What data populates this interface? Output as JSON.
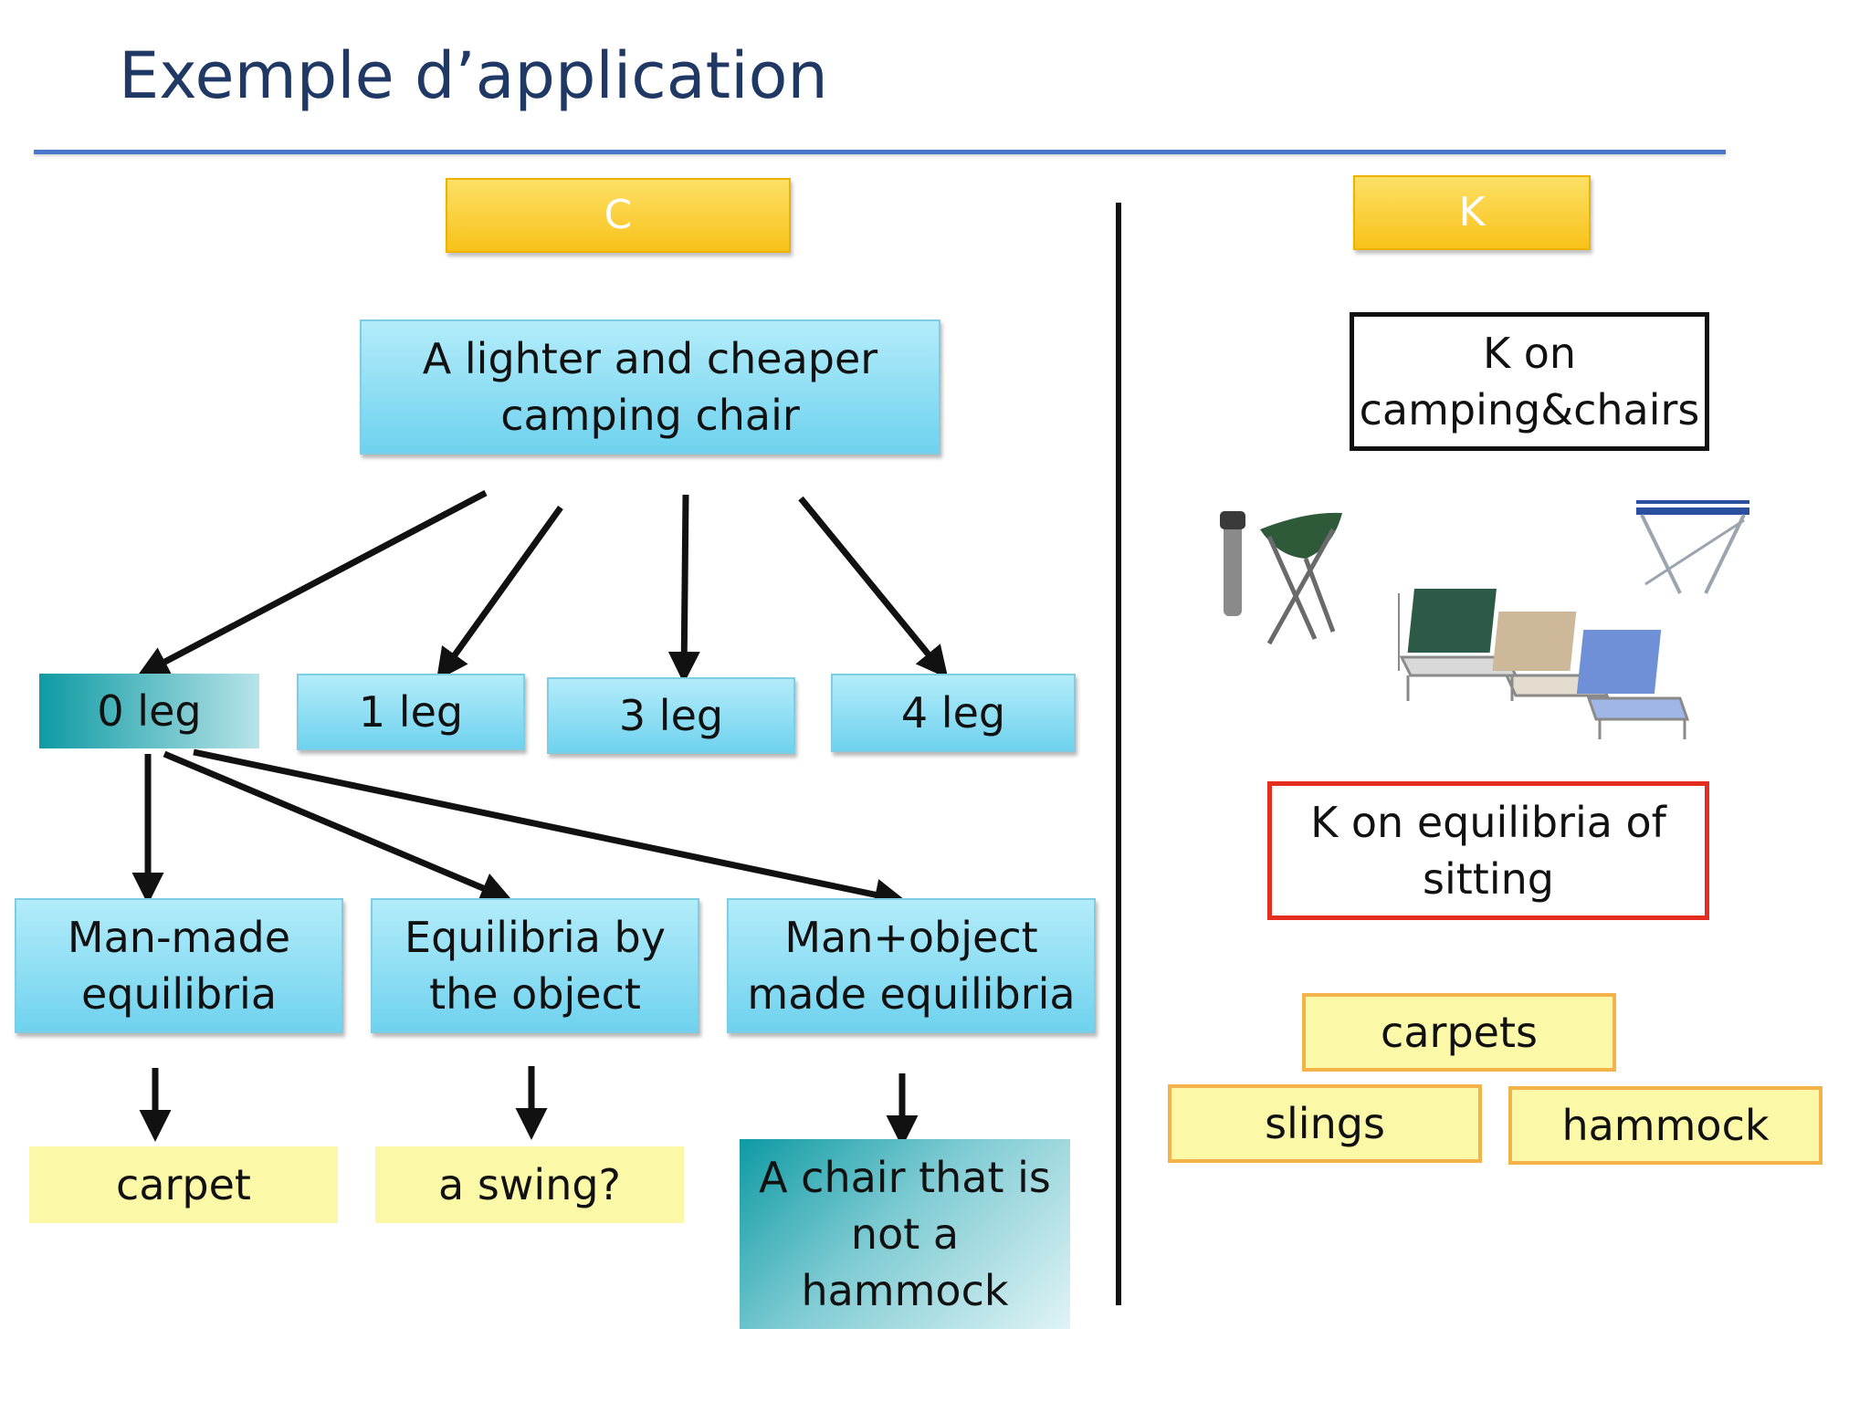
{
  "title": "Exemple d’application",
  "c_panel": {
    "header": "C",
    "root": [
      "A lighter and cheaper",
      "camping chair"
    ],
    "legs": [
      "0 leg",
      "1 leg",
      "3 leg",
      "4 leg"
    ],
    "equilibria": [
      [
        "Man-made",
        "equilibria"
      ],
      [
        "Equilibria by",
        "the object"
      ],
      [
        "Man+object",
        "made equilibria"
      ]
    ],
    "results": {
      "carpet": "carpet",
      "swing": "a swing?",
      "hammock_lines": [
        "A chair that is",
        "not a",
        "hammock"
      ]
    }
  },
  "k_panel": {
    "header": "K",
    "k_camping": [
      "K on",
      "camping&chairs"
    ],
    "k_equilibria": [
      "K on equilibria of",
      "sitting"
    ],
    "items": [
      "carpets",
      "slings",
      "hammock"
    ]
  },
  "colors": {
    "title": "#1f3864",
    "rule": "#4a77c9",
    "gold": "#f8c21a",
    "cyan": "#6fd2ee",
    "teal": "#0f9aa3",
    "pale_yellow": "#fbf9a8",
    "orange_border": "#f4b24a",
    "red_border": "#e42d1e"
  }
}
